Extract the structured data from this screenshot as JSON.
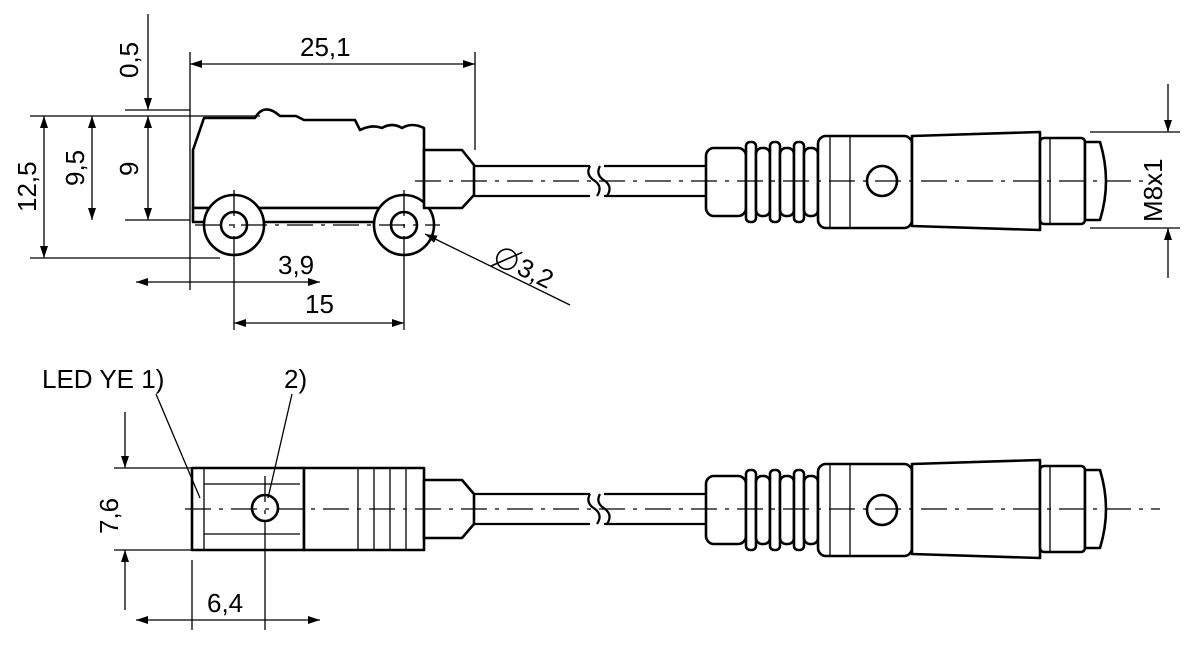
{
  "dimensions": {
    "d_0_5": "0,5",
    "d_25_1": "25,1",
    "d_12_5": "12,5",
    "d_9_5": "9,5",
    "d_9": "9",
    "d_3_9": "3,9",
    "d_15": "15",
    "d_dia_3_2": "3,2",
    "d_7_6": "7,6",
    "d_6_4": "6,4",
    "thread": "M8x1"
  },
  "labels": {
    "led": "LED YE 1)",
    "note2": "2)"
  },
  "symbols": {
    "diameter": "diameter-symbol"
  }
}
